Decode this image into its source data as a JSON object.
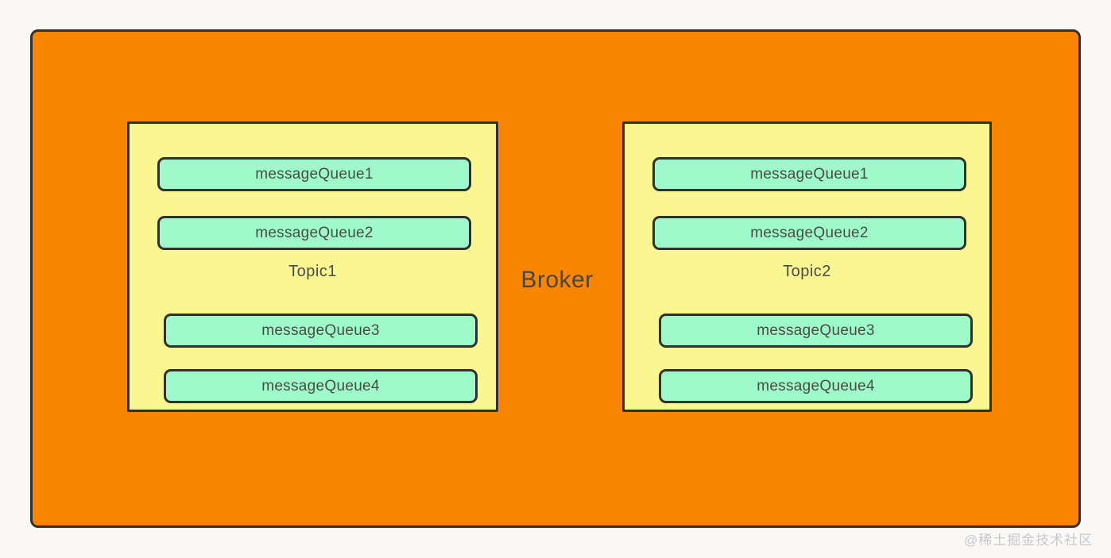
{
  "broker": {
    "label": "Broker"
  },
  "topics": [
    {
      "label": "Topic1",
      "queues": [
        "messageQueue1",
        "messageQueue2",
        "messageQueue3",
        "messageQueue4"
      ]
    },
    {
      "label": "Topic2",
      "queues": [
        "messageQueue1",
        "messageQueue2",
        "messageQueue3",
        "messageQueue4"
      ]
    }
  ],
  "watermark": {
    "text": "@稀土掘金技术社区"
  },
  "colors": {
    "page_background": "#FAF9F7",
    "broker_fill": "#F98502",
    "topic_fill": "#FAF793",
    "queue_fill": "#9EFACA",
    "stroke": "#32302A",
    "text": "#4A4C42",
    "watermark": "#C9C9C9"
  }
}
